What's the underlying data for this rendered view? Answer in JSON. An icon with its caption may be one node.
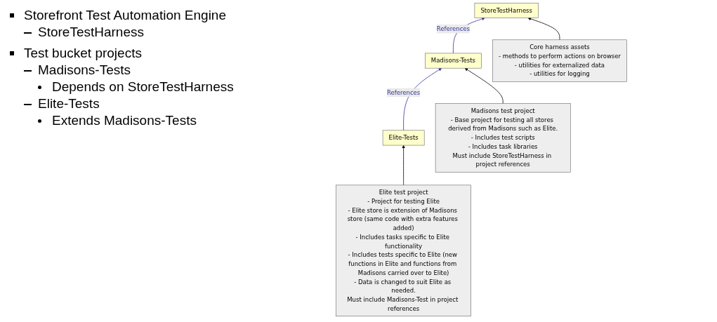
{
  "diagram": {
    "nodes": [
      {
        "text": [
          "StoreTestHarness"
        ]
      },
      {
        "text": [
          "Madisons-Tests"
        ]
      },
      {
        "text": [
          "Elite-Tests"
        ]
      },
      {
        "text": [
          "Core harness assets",
          "- methods to perform actions on browser",
          "- utilities for externalized data",
          "- utilities for logging"
        ]
      },
      {
        "text": [
          "Madisons test project",
          "- Base project for testing all stores derived from Madisons such as Elite.",
          "- Includes test scripts",
          "- Includes task libraries",
          "Must include StoreTestHarness in project references"
        ]
      },
      {
        "text": [
          "Elite test project",
          "- Project for testing Elite",
          "- Elite store is extension of Madisons store (same code with extra features added)",
          "- Includes tasks specific to Elite functionality",
          "- Includes tests specific to Elite (new functions in Elite and functions from Madisons carried over to Elite)",
          "- Data is changed to suit Elite as needed.",
          "Must include Madisons-Test in project references"
        ]
      }
    ],
    "edges": [
      {
        "from": 1,
        "to": 0,
        "arrow": "to",
        "label": "References",
        "color": "#333399"
      },
      {
        "from": 2,
        "to": 1,
        "arrow": "to",
        "label": "References",
        "color": "#333399"
      },
      {
        "from": 3,
        "to": 0,
        "arrow": "to"
      },
      {
        "from": 4,
        "to": 1,
        "arrow": "to"
      },
      {
        "from": 5,
        "to": 2,
        "arrow": "to"
      }
    ],
    "labels": [
      "Storefront Test Automation Engine",
      "StoreTestHarness",
      "Test bucket projects",
      "Madisons-Tests",
      "Depends on StoreTestHarness",
      "Elite-Tests",
      "Extends Madisons-Tests"
    ]
  }
}
